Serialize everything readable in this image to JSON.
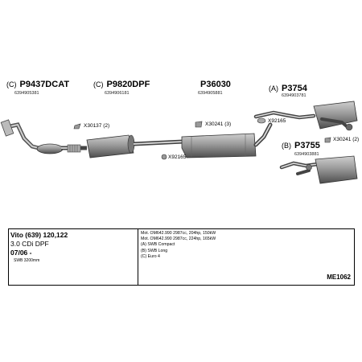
{
  "parts": [
    {
      "prefix": "(C)",
      "number": "P9437DCAT",
      "sub": "6394905381"
    },
    {
      "prefix": "(C)",
      "number": "P9820DPF",
      "sub": "6394906181"
    },
    {
      "prefix": "",
      "number": "P36030",
      "sub": "6394905881"
    },
    {
      "prefix": "(A)",
      "number": "P3754",
      "sub": "6394903781"
    },
    {
      "prefix": "(B)",
      "number": "P3755",
      "sub": "6394903881"
    }
  ],
  "fittings": [
    {
      "id": "X30137",
      "qty": "(2)",
      "label": "X30137 (2)"
    },
    {
      "id": "X92165",
      "qty": "",
      "label": "X92165"
    },
    {
      "id": "X30241",
      "qty": "(3)",
      "label": "X30241 (3)"
    },
    {
      "id": "X92165",
      "qty": "",
      "label": "X92165"
    },
    {
      "id": "X30241",
      "qty": "(2)",
      "label": "X30241 (2)"
    }
  ],
  "vehicle": {
    "model": "Vito (639) 120,122",
    "engine": "3.0 CDi DPF",
    "date": "07/06 -",
    "wheelbase": "SWB 3200mm"
  },
  "notes": [
    "Mot. OM642.990 2987cc, 204hp, 150kW",
    "Mot. OM642.990 2987cc, 224hp, 165kW",
    "(A) SWB Compact",
    "(B) SWB Long",
    "(C) Euro 4"
  ],
  "diagram_code": "ME1062"
}
